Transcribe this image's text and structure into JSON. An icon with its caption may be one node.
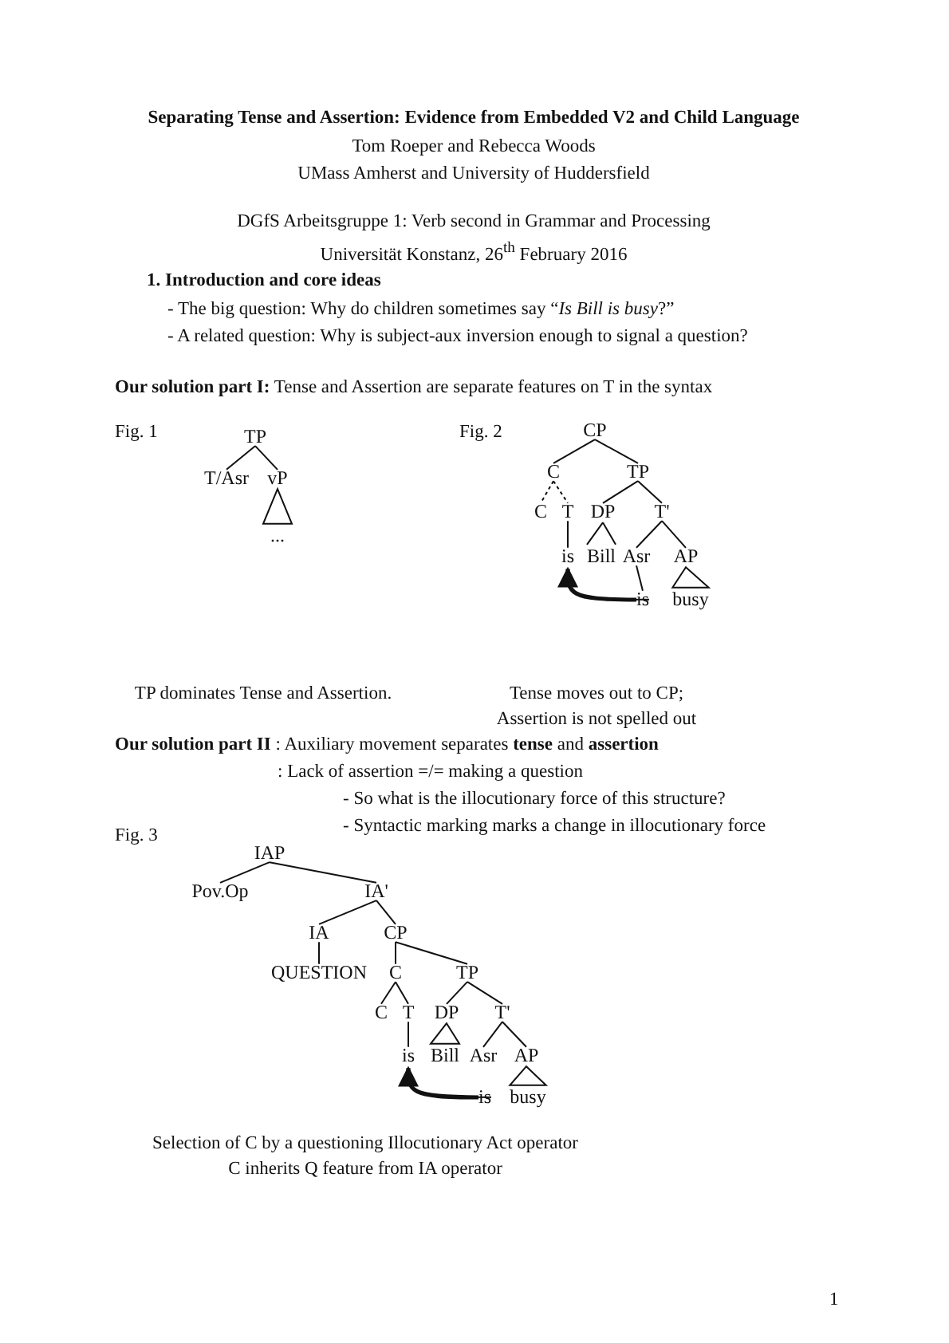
{
  "diagram": {
    "title": "Separating Tense and Assertion: Evidence from Embedded V2 and Child Language",
    "nodes": [
      {
        "text": [
          "TP"
        ]
      },
      {
        "text": [
          "T/Asr"
        ]
      },
      {
        "text": [
          "vP"
        ]
      },
      {
        "text": [
          "..."
        ]
      },
      {
        "text": [
          "CP"
        ]
      },
      {
        "text": [
          "C"
        ]
      },
      {
        "text": [
          "TP"
        ]
      },
      {
        "text": [
          "C"
        ]
      },
      {
        "text": [
          "T"
        ]
      },
      {
        "text": [
          "DP"
        ]
      },
      {
        "text": [
          "T'"
        ]
      },
      {
        "text": [
          "is"
        ]
      },
      {
        "text": [
          "Bill"
        ]
      },
      {
        "text": [
          "Asr"
        ]
      },
      {
        "text": [
          "AP"
        ]
      },
      {
        "text": [
          "is"
        ]
      },
      {
        "text": [
          "busy"
        ]
      },
      {
        "text": [
          "IAP"
        ]
      },
      {
        "text": [
          "Pov.Op"
        ]
      },
      {
        "text": [
          "IA'"
        ]
      },
      {
        "text": [
          "IA"
        ]
      },
      {
        "text": [
          "CP"
        ]
      },
      {
        "text": [
          "QUESTION"
        ]
      },
      {
        "text": [
          "C"
        ]
      },
      {
        "text": [
          "TP"
        ]
      },
      {
        "text": [
          "C"
        ]
      },
      {
        "text": [
          "T"
        ]
      },
      {
        "text": [
          "DP"
        ]
      },
      {
        "text": [
          "T'"
        ]
      },
      {
        "text": [
          "is"
        ]
      },
      {
        "text": [
          "Bill"
        ]
      },
      {
        "text": [
          "Asr"
        ]
      },
      {
        "text": [
          "AP"
        ]
      },
      {
        "text": [
          "is"
        ]
      },
      {
        "text": [
          "busy"
        ]
      }
    ],
    "edges": [
      {
        "from": 0,
        "to": 1,
        "arrow": "none"
      },
      {
        "from": 0,
        "to": 2,
        "arrow": "none"
      },
      {
        "from": 2,
        "to": 3,
        "arrow": "none"
      },
      {
        "from": 4,
        "to": 5,
        "arrow": "none"
      },
      {
        "from": 4,
        "to": 6,
        "arrow": "none"
      },
      {
        "from": 5,
        "to": 7,
        "arrow": "none",
        "style": "dashed"
      },
      {
        "from": 5,
        "to": 8,
        "arrow": "none",
        "style": "dashed"
      },
      {
        "from": 6,
        "to": 9,
        "arrow": "none"
      },
      {
        "from": 6,
        "to": 10,
        "arrow": "none"
      },
      {
        "from": 8,
        "to": 11,
        "arrow": "none"
      },
      {
        "from": 9,
        "to": 12,
        "arrow": "none"
      },
      {
        "from": 10,
        "to": 13,
        "arrow": "none"
      },
      {
        "from": 10,
        "to": 14,
        "arrow": "none"
      },
      {
        "from": 13,
        "to": 15,
        "arrow": "none"
      },
      {
        "from": 14,
        "to": 16,
        "arrow": "none"
      },
      {
        "from": 15,
        "to": 11,
        "arrow": "to",
        "style": "thick"
      },
      {
        "from": 17,
        "to": 18,
        "arrow": "none"
      },
      {
        "from": 17,
        "to": 19,
        "arrow": "none"
      },
      {
        "from": 19,
        "to": 20,
        "arrow": "none"
      },
      {
        "from": 19,
        "to": 21,
        "arrow": "none"
      },
      {
        "from": 20,
        "to": 22,
        "arrow": "none"
      },
      {
        "from": 21,
        "to": 23,
        "arrow": "none"
      },
      {
        "from": 21,
        "to": 24,
        "arrow": "none"
      },
      {
        "from": 23,
        "to": 25,
        "arrow": "none"
      },
      {
        "from": 23,
        "to": 26,
        "arrow": "none"
      },
      {
        "from": 24,
        "to": 27,
        "arrow": "none"
      },
      {
        "from": 24,
        "to": 28,
        "arrow": "none"
      },
      {
        "from": 26,
        "to": 29,
        "arrow": "none"
      },
      {
        "from": 27,
        "to": 30,
        "arrow": "none"
      },
      {
        "from": 28,
        "to": 31,
        "arrow": "none"
      },
      {
        "from": 28,
        "to": 32,
        "arrow": "none"
      },
      {
        "from": 32,
        "to": 34,
        "arrow": "none"
      },
      {
        "from": 33,
        "to": 29,
        "arrow": "to",
        "style": "thick"
      }
    ],
    "labels": [
      "Tom Roeper and Rebecca Woods",
      "UMass Amherst and University of Huddersfield",
      "DGfS Arbeitsgruppe 1: Verb second in Grammar and Processing",
      "Universität Konstanz, 26$^{th}$ February 2016",
      "1. Introduction and core ideas",
      "- The big question: Why do children sometimes say “*Is Bill is busy*?”",
      "- A related question: Why is subject-aux inversion enough to signal a question?",
      "**Our solution part I:** Tense and Assertion are separate features on T in the syntax",
      "Fig. 1",
      "Fig. 2",
      "TP dominates Tense and Assertion.",
      "Tense moves out to CP;",
      "Assertion is not spelled out",
      "**Our solution part II** : Auxiliary movement separates **tense** and **assertion**",
      ": Lack of assertion =/= making a question",
      "- So what is the illocutionary force of this structure?",
      "- Syntactic marking marks a change in illocutionary force",
      "Fig. 3",
      "Selection of C by a questioning Illocutionary Act operator",
      "C inherits Q feature from IA operator",
      "1"
    ]
  }
}
